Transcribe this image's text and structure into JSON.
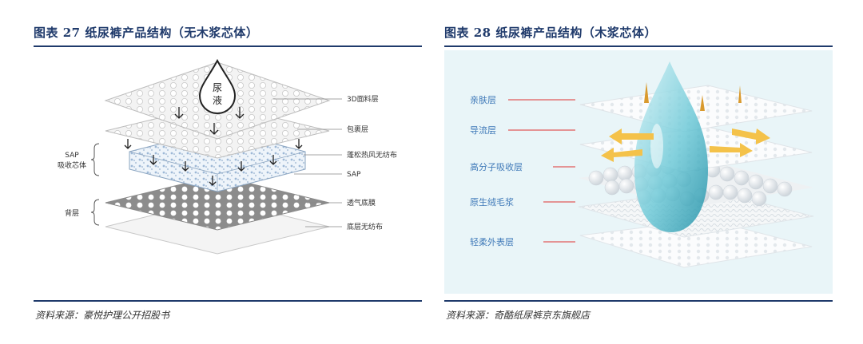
{
  "left": {
    "title": "图表 27 纸尿裤产品结构（无木浆芯体）",
    "drop_text_1": "尿",
    "drop_text_2": "液",
    "labels": {
      "l1": "3D面料层",
      "l2": "包裹层",
      "l3": "蓬松热风无纺布",
      "l4": "SAP",
      "l5": "透气底膜",
      "l6": "底层无纺布"
    },
    "left_group_1a": "SAP",
    "left_group_1b": "吸收芯体",
    "left_group_2": "背层",
    "source": "资料来源：豪悦护理公开招股书"
  },
  "right": {
    "title": "图表 28 纸尿裤产品结构（木浆芯体）",
    "labels": {
      "r1": "亲肤层",
      "r2": "导流层",
      "r3": "高分子吸收层",
      "r4": "原生绒毛浆",
      "r5": "轻柔外表层"
    },
    "source": "资料来源：奇酷纸尿裤京东旗舰店",
    "colors": {
      "label": "#3f79b8",
      "line": "#e25a5a",
      "bg": "#e9f5f8",
      "arrow": "#f4c24a"
    }
  }
}
